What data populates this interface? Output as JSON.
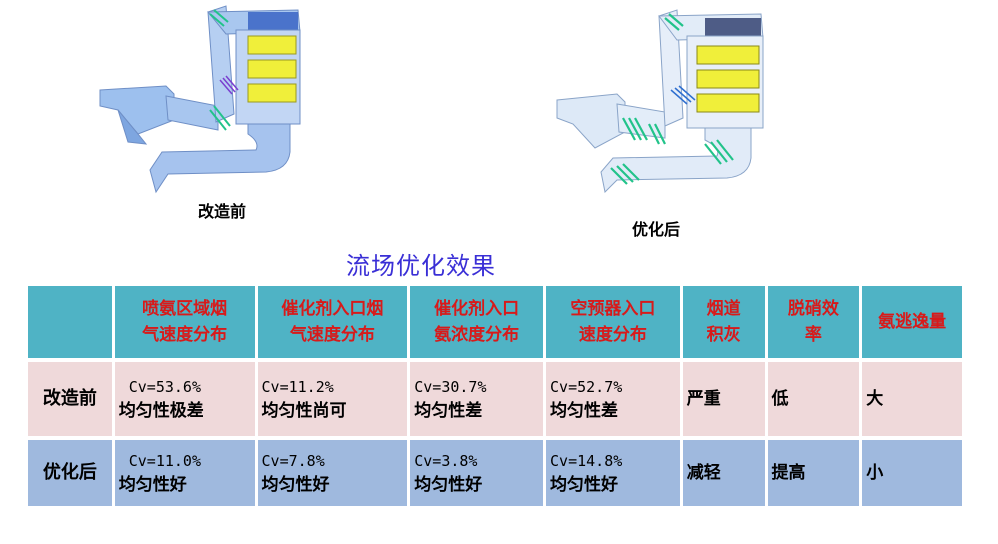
{
  "figures": {
    "before_caption": "改造前",
    "after_caption": "优化后"
  },
  "title": "流场优化效果",
  "table": {
    "headers": [
      "",
      "喷氨区域烟气速度分布",
      "催化剂入口烟气速度分布",
      "催化剂入口氨浓度分布",
      "空预器入口速度分布",
      "烟道积灰",
      "脱硝效率",
      "氨逃逸量"
    ],
    "header_lines": [
      [
        "",
        ""
      ],
      [
        "喷氨区域烟",
        "气速度分布"
      ],
      [
        "催化剂入口烟",
        "气速度分布"
      ],
      [
        "催化剂入口",
        "氨浓度分布"
      ],
      [
        "空预器入口",
        "速度分布"
      ],
      [
        "烟道",
        "积灰"
      ],
      [
        "脱硝效",
        "率"
      ],
      [
        "氨逃逸量",
        ""
      ]
    ],
    "rows": [
      {
        "label": "改造前",
        "cells": [
          {
            "cv": "Cv=53.6%",
            "eval": "均匀性极差"
          },
          {
            "cv": "Cv=11.2%",
            "eval": "均匀性尚可"
          },
          {
            "cv": "Cv=30.7%",
            "eval": "均匀性差"
          },
          {
            "cv": "Cv=52.7%",
            "eval": "均匀性差"
          }
        ],
        "ash": "严重",
        "efficiency": "低",
        "slip": "大"
      },
      {
        "label": "优化后",
        "cells": [
          {
            "cv": "Cv=11.0%",
            "eval": "均匀性好"
          },
          {
            "cv": "Cv=7.8%",
            "eval": "均匀性好"
          },
          {
            "cv": "Cv=3.8%",
            "eval": "均匀性好"
          },
          {
            "cv": "Cv=14.8%",
            "eval": "均匀性好"
          }
        ],
        "ash": "减轻",
        "efficiency": "提高",
        "slip": "小"
      }
    ]
  },
  "colors": {
    "title": "#3a2fd6",
    "header_bg": "#4fb3c5",
    "header_text": "#d81a1a",
    "row_before_bg": "#efd9da",
    "row_after_bg": "#9fb9de",
    "catalyst": "#f0ef3a",
    "guide_vanes": "#22c38a",
    "duct": "#8fb4e6"
  }
}
